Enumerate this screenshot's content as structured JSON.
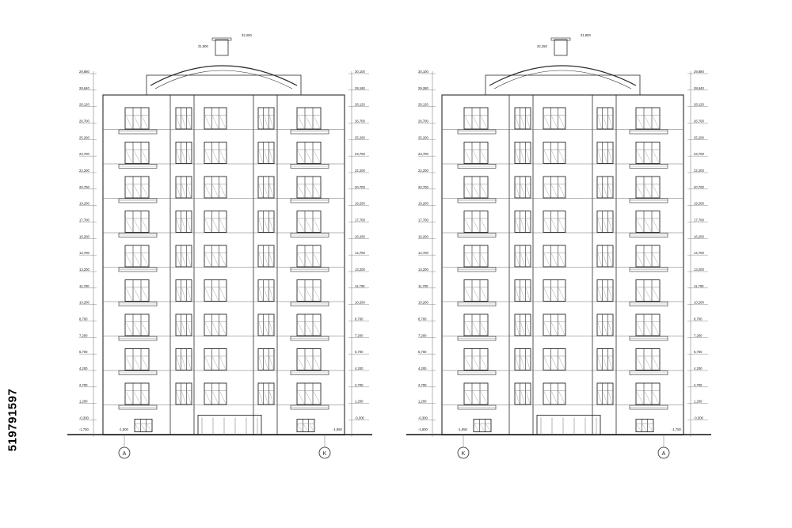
{
  "stock_id": "519791597",
  "colors": {
    "line": "#2a2a2a",
    "thin": "#6b6b6b",
    "fill": "#ffffff",
    "ground": "#111111"
  },
  "left_elevation": {
    "axis_labels": [
      "A",
      "K"
    ],
    "ridge_marks": [
      "31,800",
      "32,250"
    ],
    "level_labels": [
      "29,880",
      "28,640",
      "28,120",
      "26,700",
      "25,200",
      "23,700",
      "22,200",
      "20,700",
      "19,200",
      "17,700",
      "16,200",
      "14,700",
      "13,200",
      "11,700",
      "10,200",
      "8,700",
      "7,200",
      "5,700",
      "4,200",
      "2,700",
      "1,200",
      "-0,300"
    ],
    "right_level_labels": [
      "30,100",
      "29,160",
      "28,120",
      "26,700",
      "25,200",
      "23,700",
      "22,200",
      "20,700",
      "19,200",
      "17,700",
      "16,200",
      "14,700",
      "13,200",
      "11,700",
      "10,200",
      "8,700",
      "7,200",
      "5,700",
      "4,200",
      "2,700",
      "1,200",
      "-0,300"
    ],
    "bottom_marks": [
      "-1,750",
      "-1,600",
      "-1,950"
    ]
  },
  "right_elevation": {
    "axis_labels": [
      "K",
      "A"
    ],
    "ridge_marks": [
      "32,250",
      "31,800"
    ],
    "level_labels": [
      "30,100",
      "29,280",
      "28,120",
      "26,700",
      "25,200",
      "23,700",
      "22,200",
      "20,700",
      "19,200",
      "17,700",
      "16,200",
      "14,700",
      "13,200",
      "11,700",
      "10,200",
      "8,700",
      "7,200",
      "5,700",
      "4,200",
      "2,700",
      "1,200",
      "-0,300"
    ],
    "right_level_labels": [
      "29,880",
      "28,640",
      "28,120",
      "26,700",
      "25,200",
      "23,700",
      "22,200",
      "20,700",
      "19,200",
      "17,700",
      "16,200",
      "14,700",
      "13,200",
      "11,700",
      "10,200",
      "8,700",
      "7,200",
      "5,700",
      "4,200",
      "2,700",
      "1,200",
      "-0,300"
    ],
    "bottom_marks": [
      "-1,600",
      "-1,950",
      "-1,750"
    ]
  }
}
